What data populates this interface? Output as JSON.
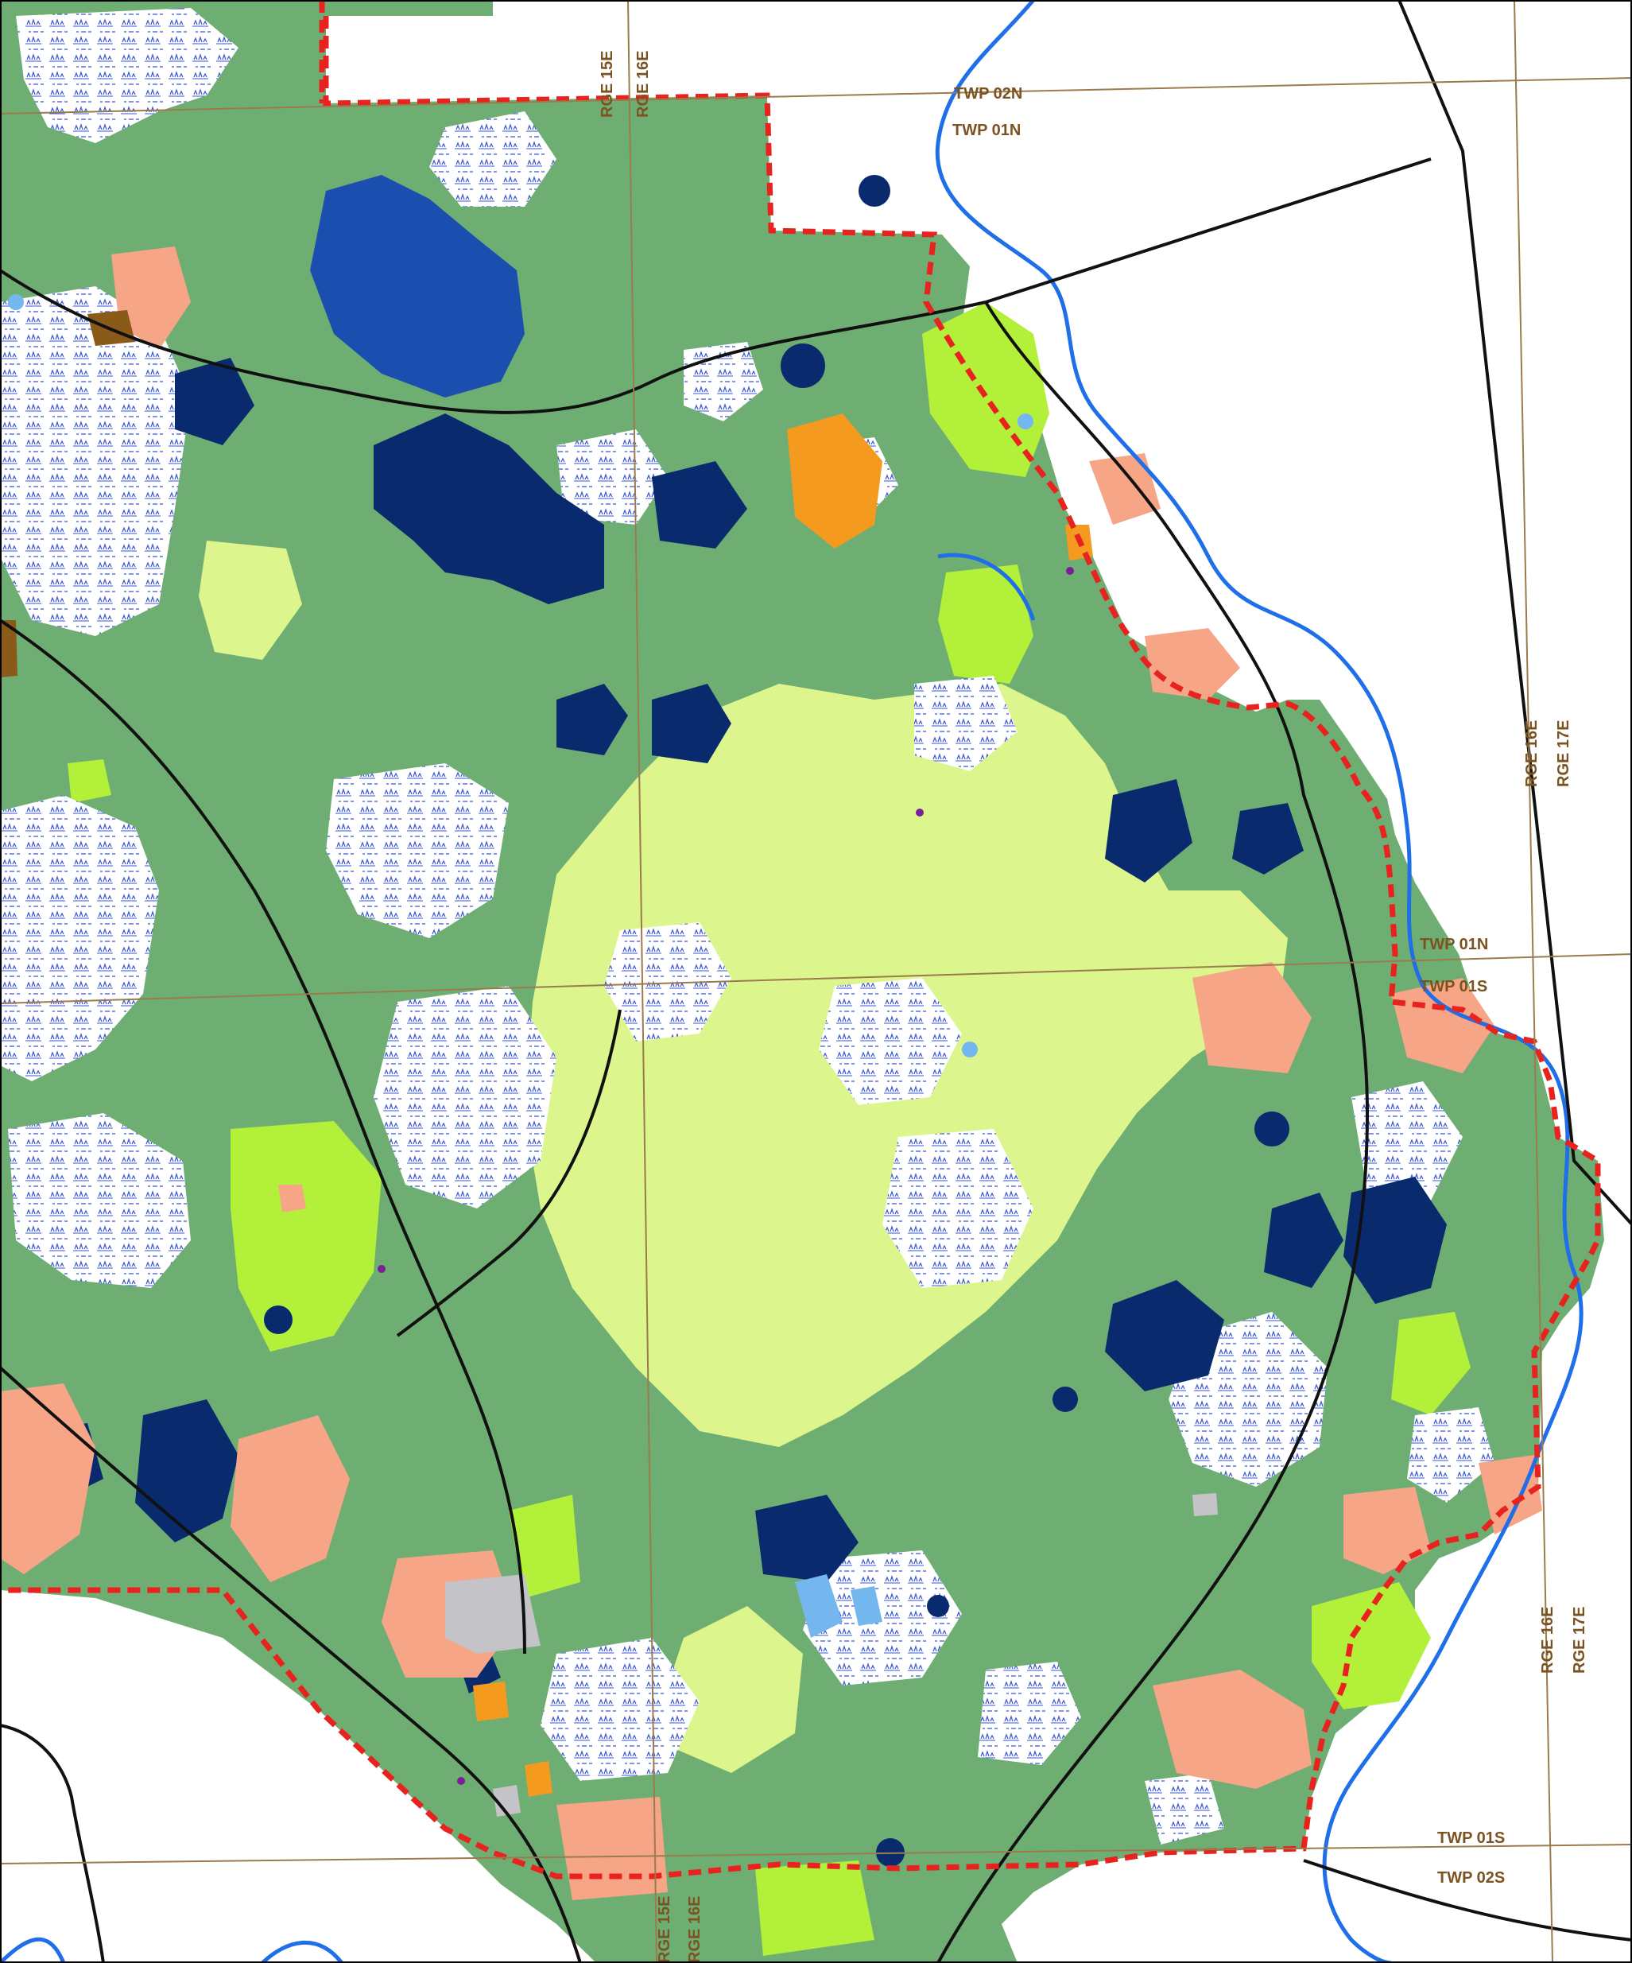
{
  "map": {
    "grid_labels": {
      "twp_02n_top": "TWP 02N",
      "twp_01n_top": "TWP 01N",
      "rge_15e_top": "RGE 15E",
      "rge_16e_top": "RGE 16E",
      "rge_16e_right": "RGE 16E",
      "rge_17e_right": "RGE 17E",
      "twp_01n_mid": "TWP 01N",
      "twp_01s_mid": "TWP 01S",
      "rge_16e_lower_right": "RGE 16E",
      "rge_17e_lower_right": "RGE 17E",
      "twp_01s_bottom": "TWP 01S",
      "twp_02s_bottom": "TWP 02S",
      "rge_15e_bottom": "RGE 15E",
      "rge_16e_bottom": "RGE 16E"
    },
    "colors": {
      "background": "#ffffff",
      "upland_forest": "#6fae73",
      "light_vegetation": "#dcf58c",
      "bright_vegetation": "#b3f03a",
      "marsh_white": "#ffffff",
      "marsh_symbol": "#3a56d4",
      "dark_water": "#0a2a6e",
      "lake_blue": "#1a4fb0",
      "river_blue": "#1f6fe8",
      "light_blue_pond": "#74b7ef",
      "salmon_disturbed": "#f6a586",
      "orange_area": "#f39a1f",
      "brown_area": "#8a5a18",
      "gray_area": "#c4c4c8",
      "purple_spot": "#7a1e9a",
      "boundary_red": "#e8231f",
      "road_black": "#111111",
      "grid_line": "#9b7b4d",
      "grid_text": "#7a5320"
    }
  }
}
